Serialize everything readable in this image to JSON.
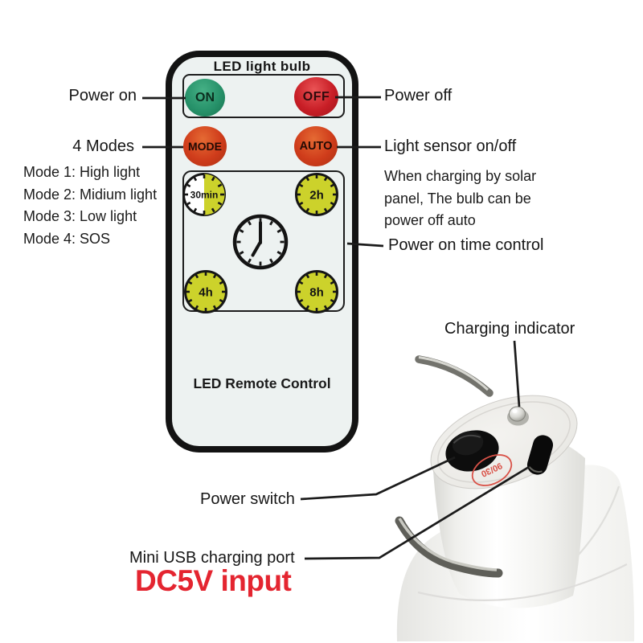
{
  "remote": {
    "title": "LED light bulb",
    "footer": "LED Remote Control",
    "power_buttons": {
      "on": "ON",
      "off": "OFF"
    },
    "function_buttons": {
      "mode": "MODE",
      "auto": "AUTO"
    },
    "timer_buttons": [
      "30min",
      "2h",
      "4h",
      "8h"
    ]
  },
  "labels": {
    "power_on": "Power on",
    "power_off": "Power off",
    "modes_title": "4 Modes",
    "mode_list": [
      "Mode 1: High light",
      "Mode 2: Midium light",
      "Mode 3: Low light",
      "Mode 4: SOS"
    ],
    "light_sensor": "Light sensor on/off",
    "solar_note_lines": [
      "When charging by solar",
      "panel, The bulb can be",
      "power off auto"
    ],
    "time_control": "Power on time control",
    "charging_indicator": "Charging indicator",
    "power_switch": "Power switch",
    "usb_port": "Mini USB charging port",
    "dc_input": "DC5V input"
  },
  "device": {
    "stamp_text": "90/30"
  },
  "colors": {
    "on_button": "#27926a",
    "off_button": "#c81e26",
    "mode_auto_button": "#cf3c1b",
    "timer_button": "#ccd22b",
    "dc_input_text": "#e42530",
    "stamp": "#d95248",
    "label_text": "#161616"
  }
}
